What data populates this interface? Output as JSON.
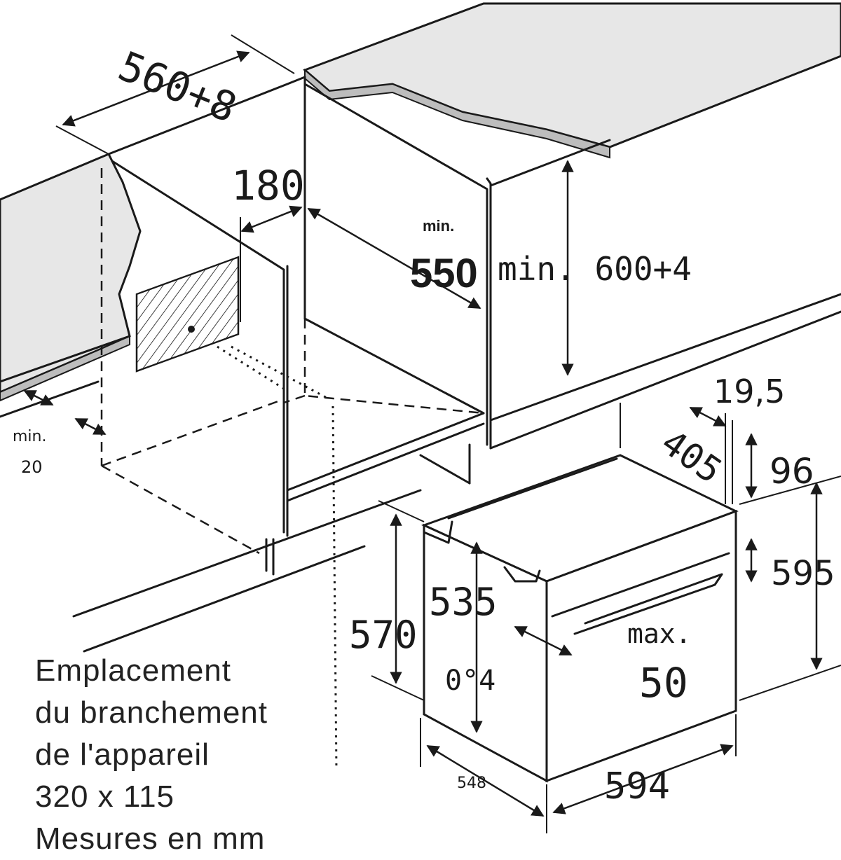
{
  "dimensions": {
    "niche_width": "560+8",
    "depth_offset": "180",
    "min_depth_prefix": "min.",
    "min_depth_value": "550",
    "niche_height": "min. 600+4",
    "left_gap_prefix": "min.",
    "left_gap_value": "20",
    "front_thickness": "19,5",
    "depth_405": "405",
    "top_96": "96",
    "front_height": "595",
    "body_height_570": "570",
    "inner_height_535": "535",
    "side_value": "0°4",
    "cable_prefix": "max.",
    "cable_value": "50",
    "body_width": "548",
    "front_width": "594"
  },
  "notes": {
    "line1": "Emplacement",
    "line2": "du branchement",
    "line3": "de l'appareil",
    "line4": "320 x 115",
    "line5": "Mesures en mm"
  }
}
